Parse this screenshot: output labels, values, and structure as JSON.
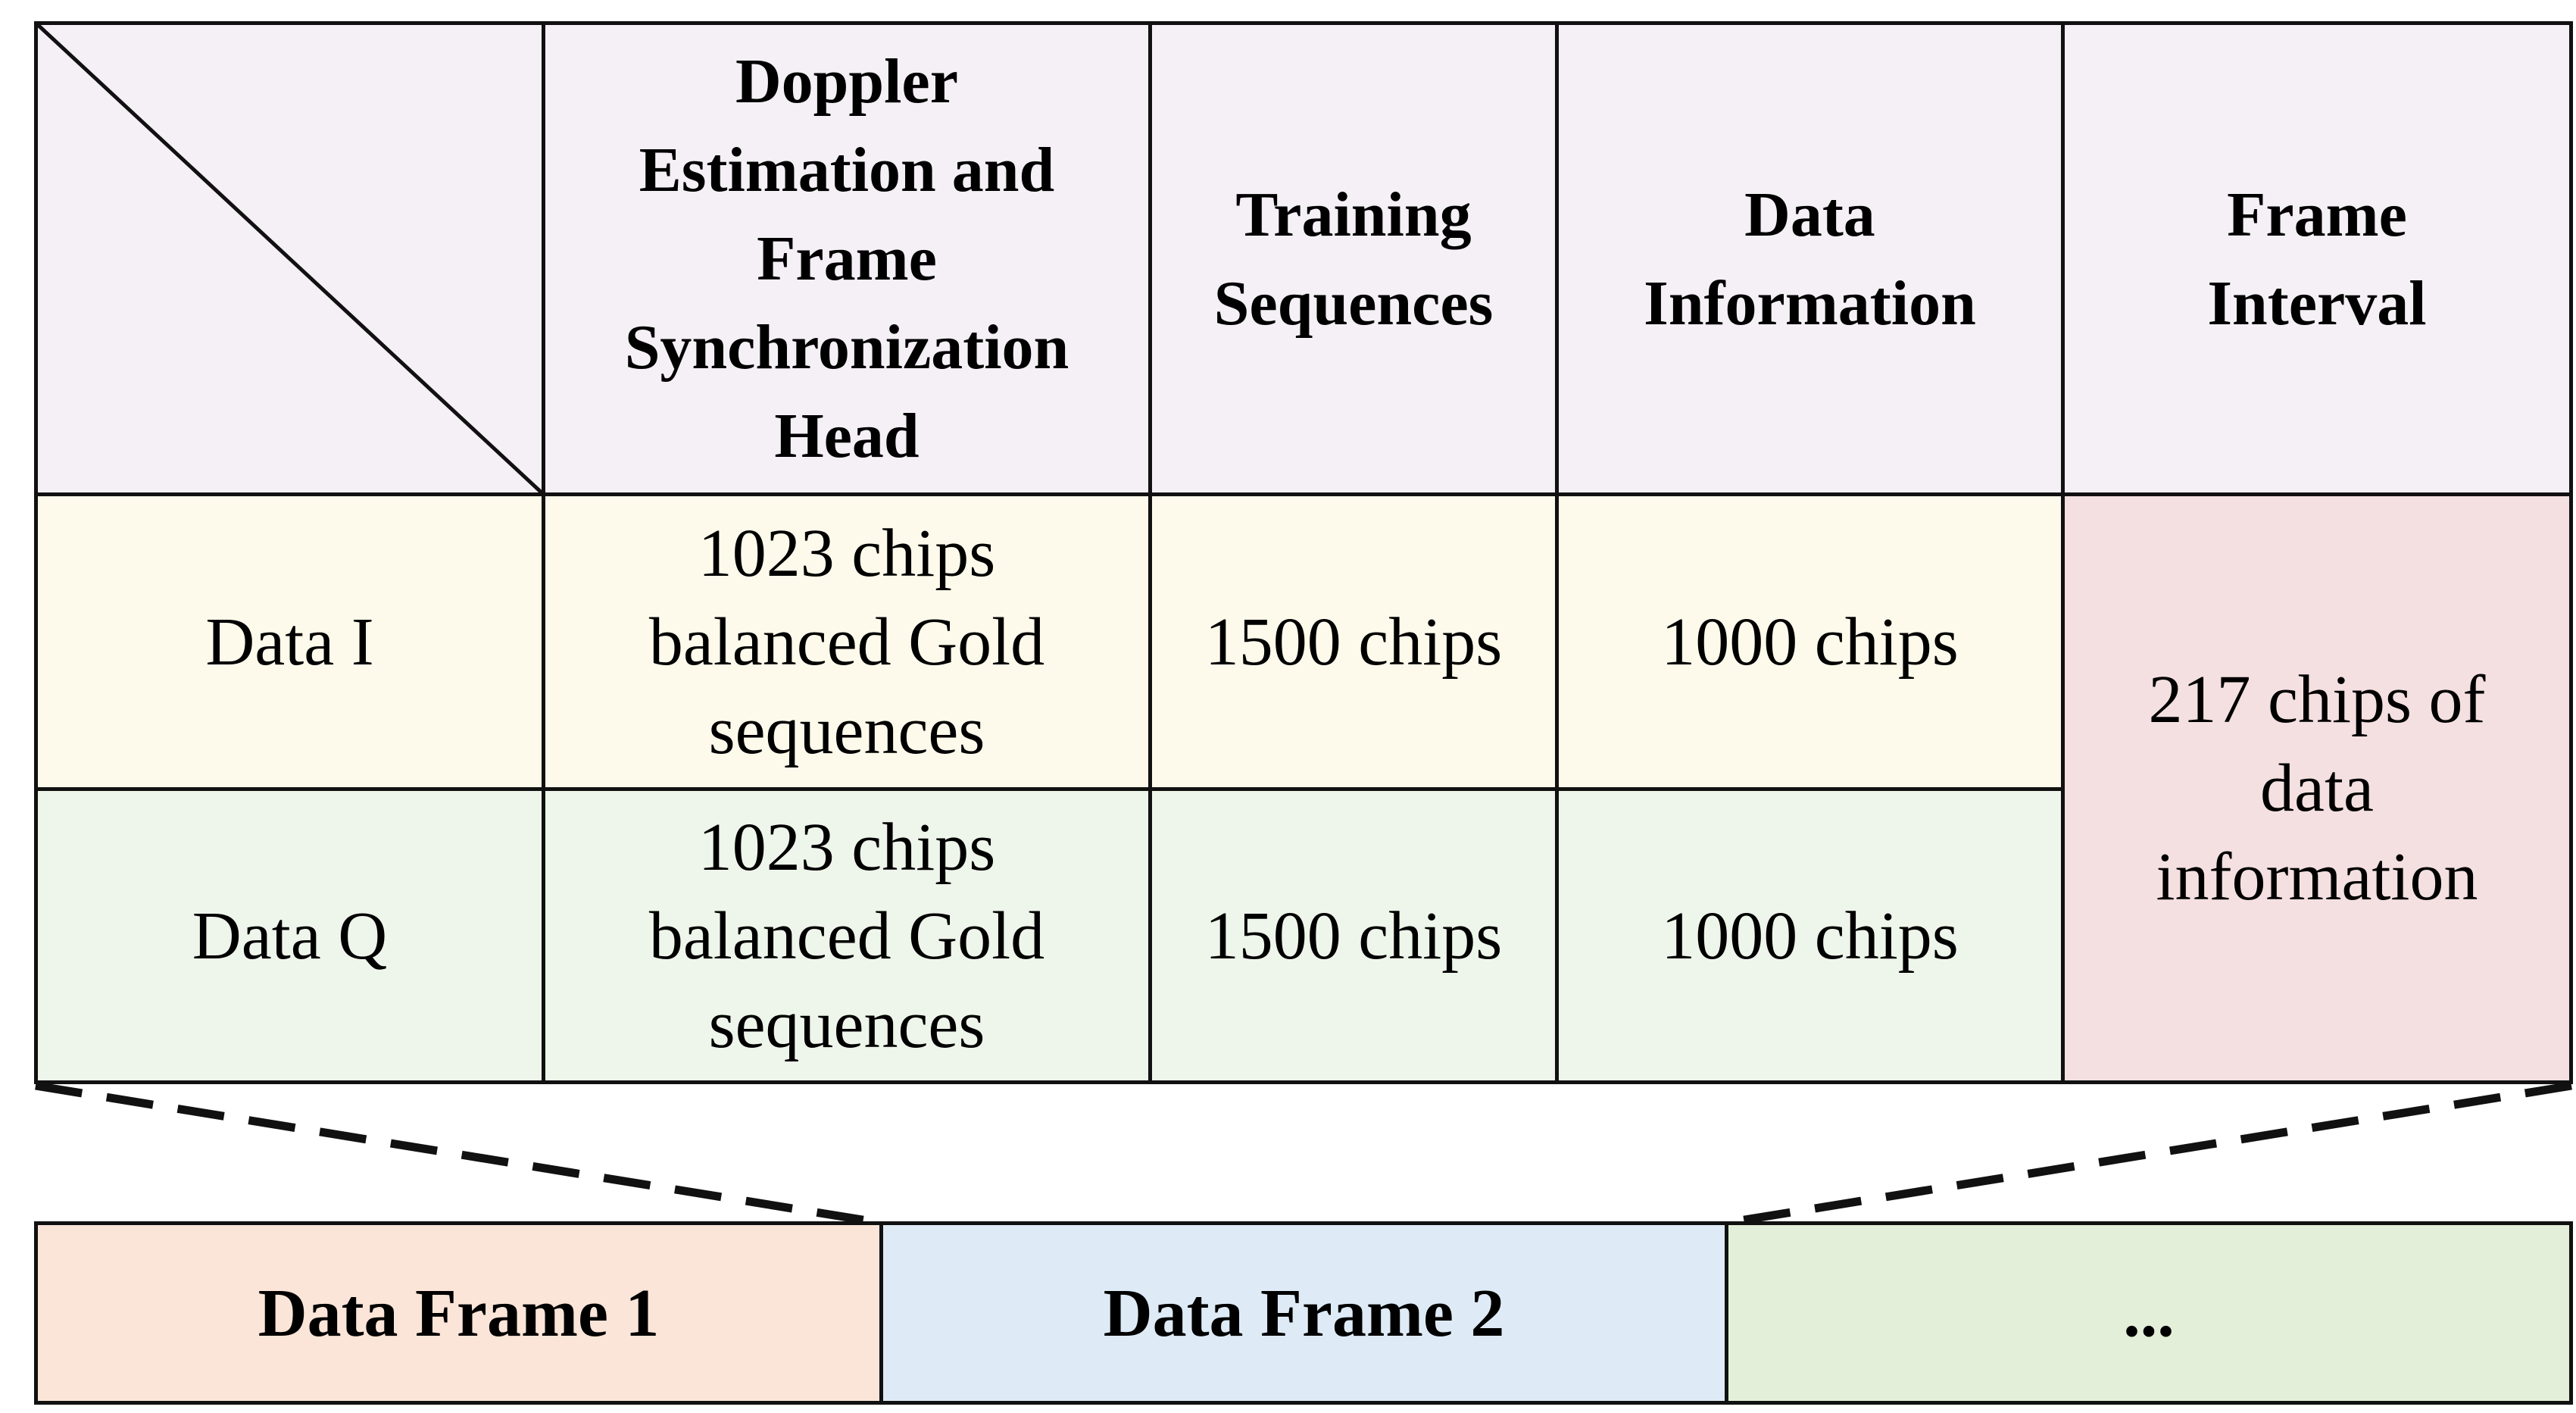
{
  "table": {
    "headers": [
      "",
      "Doppler\nEstimation and\nFrame\nSynchronization\nHead",
      "Training\nSequences",
      "Data\nInformation",
      "Frame\nInterval"
    ],
    "rows": [
      {
        "label": "Data I",
        "head": "1023 chips\nbalanced Gold\nsequences",
        "training": "1500 chips",
        "data": "1000 chips"
      },
      {
        "label": "Data Q",
        "head": "1023  chips\nbalanced Gold\nsequences",
        "training": "1500 chips",
        "data": "1000 chips"
      }
    ],
    "frame_interval_value": "217 chips of\ndata\ninformation"
  },
  "frames": [
    "Data Frame 1",
    "Data Frame 2",
    "..."
  ],
  "colors": {
    "header_bg": "#f4f0f5",
    "row_i_bg": "#fefaeb",
    "row_q_bg": "#eef5ea",
    "interval_bg": "#f4e0e1",
    "frame1_bg": "#fbe5d8",
    "frame2_bg": "#deebf6",
    "frame3_bg": "#e3efd9"
  }
}
